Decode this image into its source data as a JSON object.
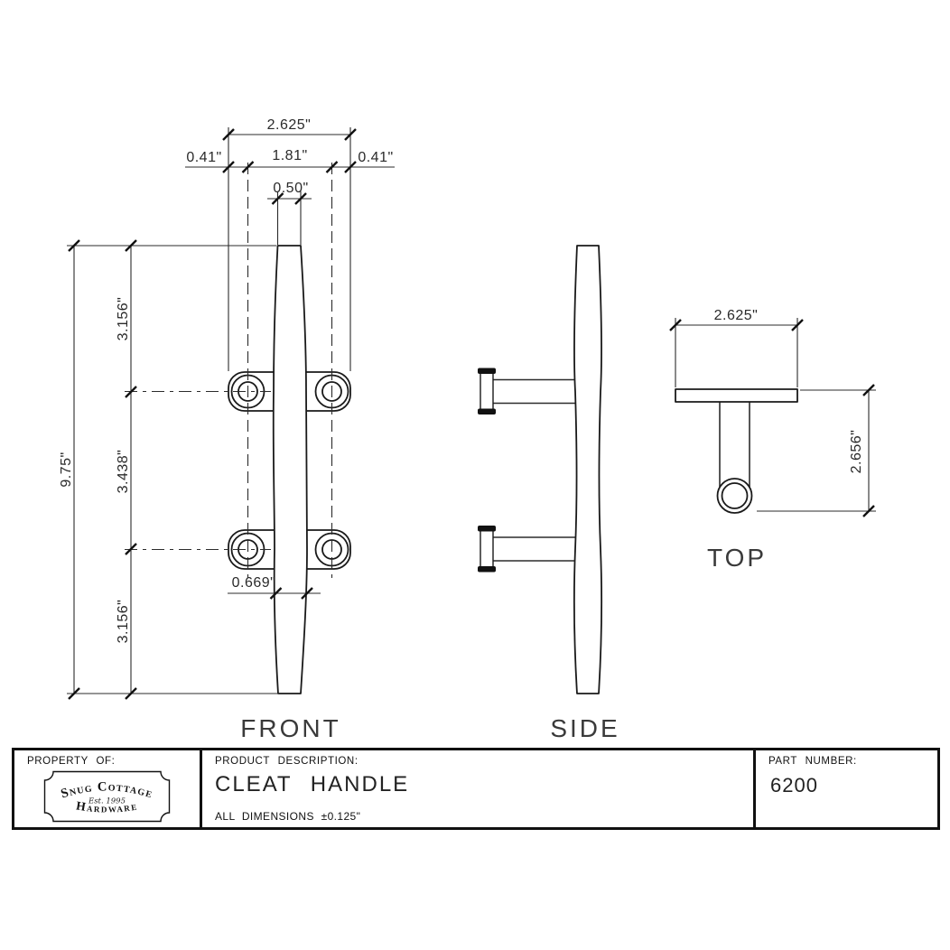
{
  "views": {
    "front": {
      "label": "FRONT",
      "dims": {
        "overall_width": "2.625\"",
        "left_hole_offset": "0.41\"",
        "hole_spacing": "1.81\"",
        "right_hole_offset": "0.41\"",
        "top_thickness": "0.50\"",
        "overall_height": "9.75\"",
        "upper_segment": "3.156\"",
        "middle_segment": "3.438\"",
        "lower_segment": "3.156\"",
        "base_thickness": "0.669\""
      }
    },
    "side": {
      "label": "SIDE"
    },
    "top": {
      "label": "TOP",
      "dims": {
        "overall_width": "2.625\"",
        "overall_depth": "2.656\""
      }
    }
  },
  "title_block": {
    "property_of": {
      "label": "PROPERTY OF:",
      "logo": {
        "name_top": "Snug Cottage",
        "established": "Est. 1995",
        "name_bottom": "Hardware"
      }
    },
    "product": {
      "label": "PRODUCT DESCRIPTION:",
      "name": "CLEAT HANDLE",
      "tolerance": "ALL DIMENSIONS ±0.125\""
    },
    "part": {
      "label": "PART NUMBER:",
      "number": "6200"
    }
  },
  "ink_color": "#1a1a1a"
}
